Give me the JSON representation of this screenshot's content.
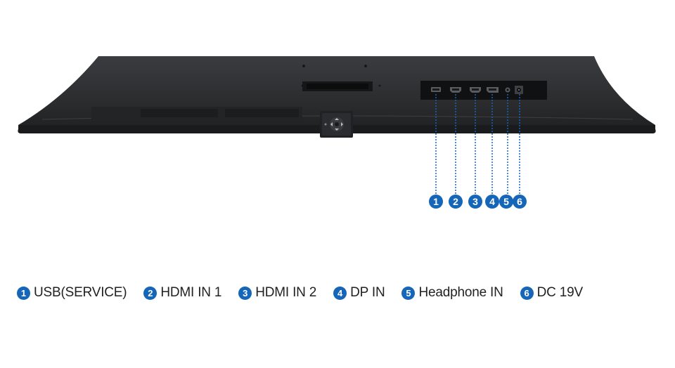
{
  "colors": {
    "accent": "#1565b8",
    "monitor_body": "#2a2c2e",
    "monitor_dark": "#1c1d1f",
    "port_panel": "#101113",
    "label_text": "#222222"
  },
  "ports": [
    {
      "number": "1",
      "label": "USB(SERVICE)",
      "icon": "usb-port-icon"
    },
    {
      "number": "2",
      "label": "HDMI IN 1",
      "icon": "hdmi-port-icon"
    },
    {
      "number": "3",
      "label": "HDMI IN 2",
      "icon": "hdmi-port-icon"
    },
    {
      "number": "4",
      "label": "DP IN",
      "icon": "displayport-icon"
    },
    {
      "number": "5",
      "label": "Headphone IN",
      "icon": "headphone-jack-icon"
    },
    {
      "number": "6",
      "label": "DC 19V",
      "icon": "dc-power-jack-icon"
    }
  ]
}
